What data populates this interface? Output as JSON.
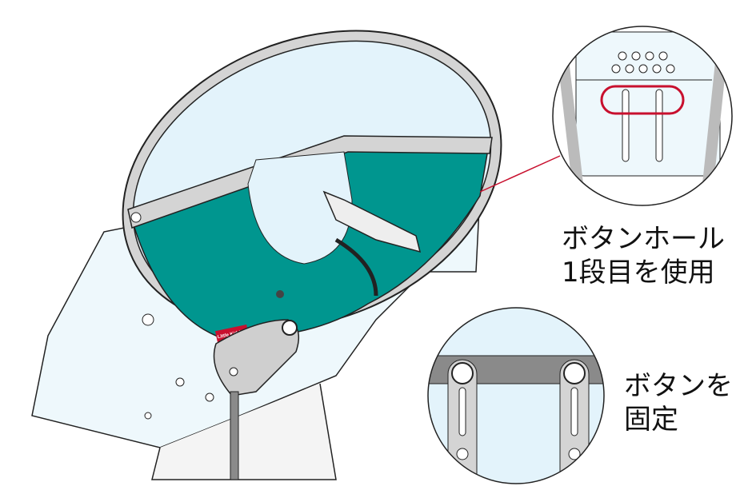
{
  "callout_top": {
    "line1": "ボタンホール",
    "line2": "1段目を使用"
  },
  "callout_bottom": {
    "line1": "ボタンを",
    "line2": "固定"
  },
  "brand_tag": "Little Kiddy's",
  "colors": {
    "teal": "#00968f",
    "visor": "#e3f3fb",
    "frame": "#d0d0d0",
    "highlight": "#c8102e",
    "strap": "#8a8a8a"
  }
}
